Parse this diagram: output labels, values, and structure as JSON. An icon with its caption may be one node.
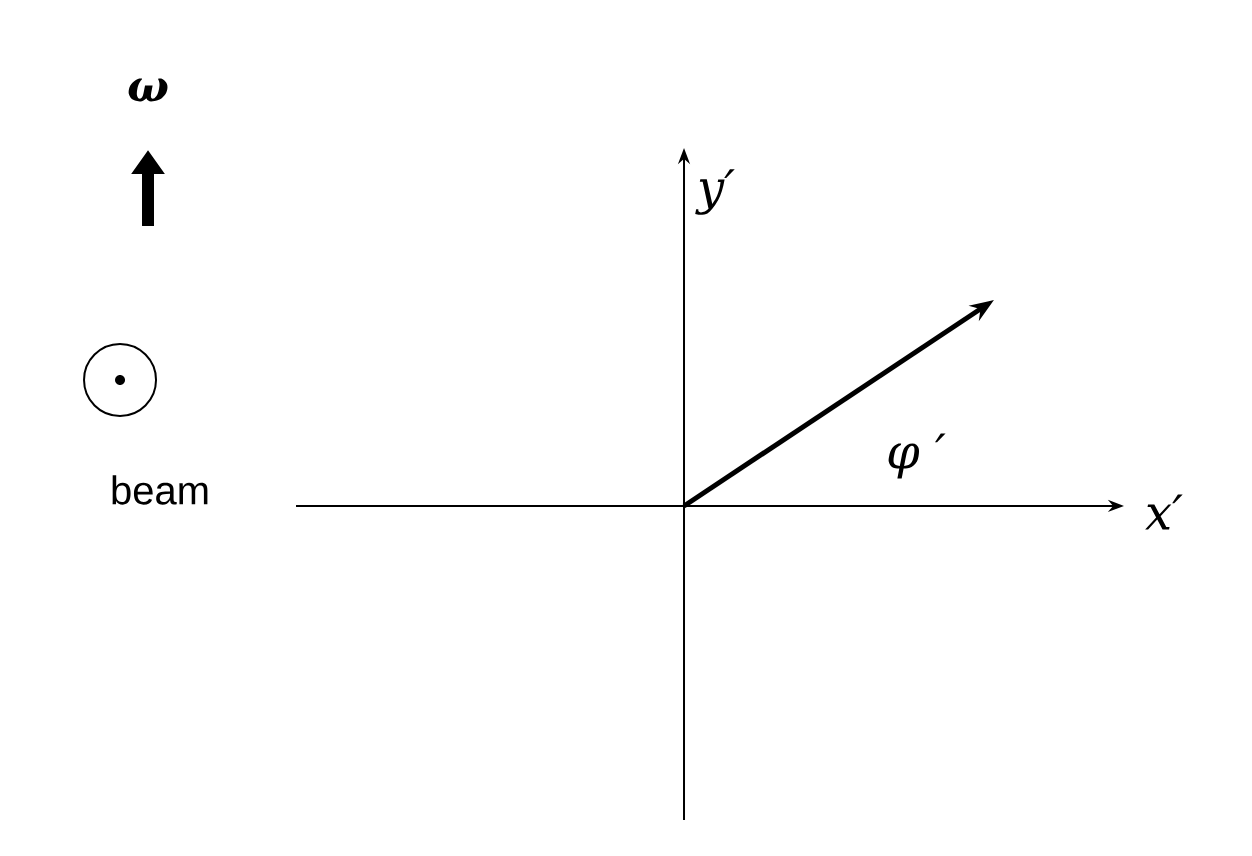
{
  "diagram": {
    "labels": [
      "ω",
      "y′",
      "φ ′",
      "beam",
      "x′"
    ]
  }
}
